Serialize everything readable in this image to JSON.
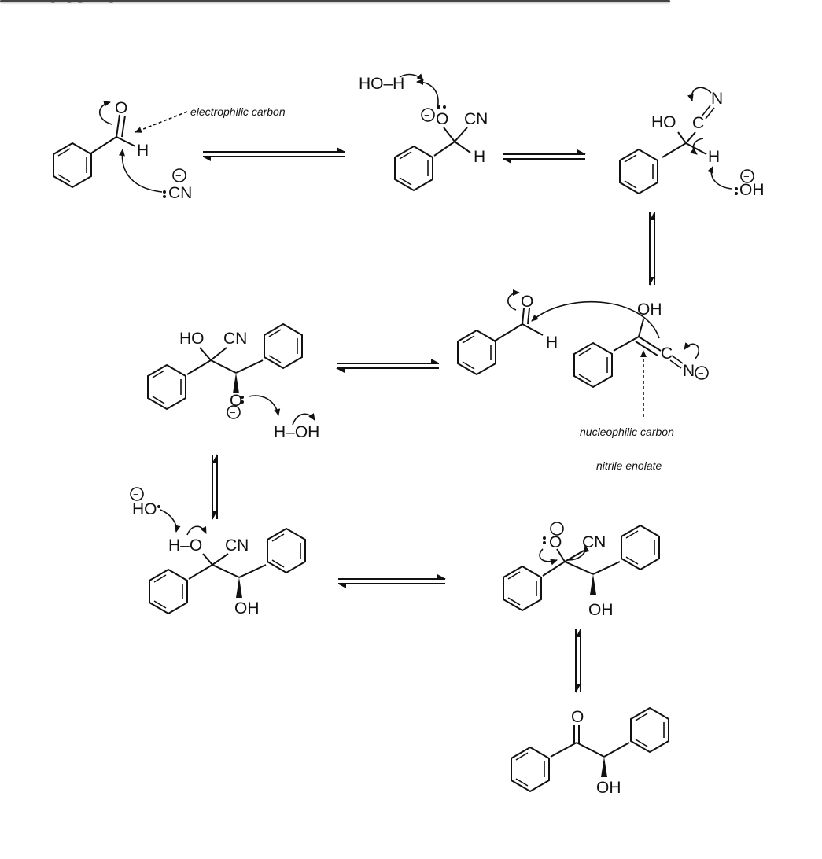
{
  "header": {
    "partial_text": "material."
  },
  "labels": {
    "electrophilic_carbon": "electrophilic carbon",
    "nucleophilic_carbon": "nucleophilic carbon",
    "nitrile_enolate": "nitrile enolate"
  },
  "atoms": {
    "O": "O",
    "H": "H",
    "CN": "CN",
    "C": "C",
    "N": "N",
    "HO": "HO",
    "OH": "OH",
    "HOH": "HO–H",
    "HOH2": "H–OH",
    "HOc": "HO",
    "HO_": "H–O"
  },
  "charges": {
    "minus": "−"
  }
}
